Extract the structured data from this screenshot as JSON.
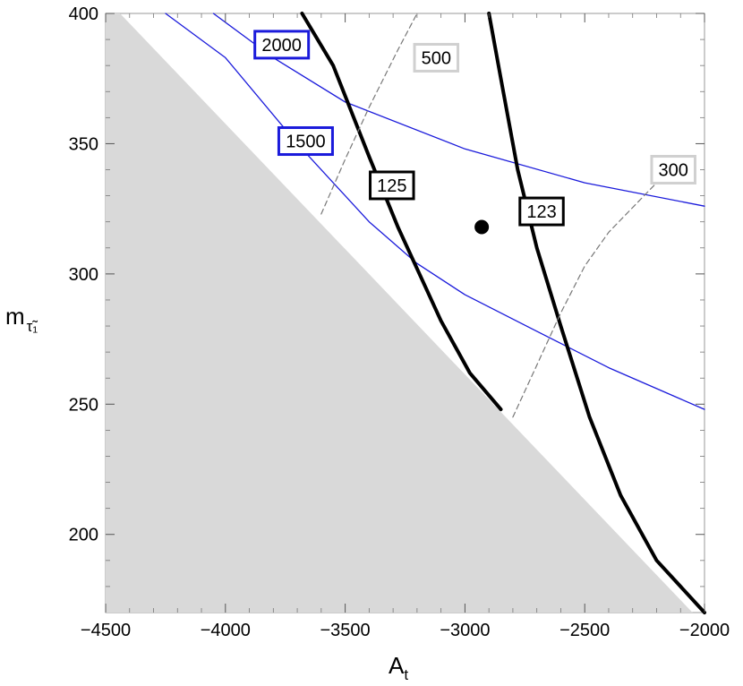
{
  "chart_data": {
    "type": "line",
    "xlabel": "A",
    "xlabel_sub": "t",
    "ylabel": "m",
    "ylabel_sub": "τ̃₁",
    "xlim": [
      -4500,
      -2000
    ],
    "ylim": [
      170,
      400
    ],
    "xticks": [
      -4500,
      -4000,
      -3500,
      -3000,
      -2500,
      -2000
    ],
    "yticks": [
      200,
      250,
      300,
      350,
      400
    ],
    "excluded_region": {
      "color": "#d9d9d9",
      "points": [
        [
          -4500,
          400
        ],
        [
          -4440,
          400
        ],
        [
          -2050,
          170
        ],
        [
          -4500,
          170
        ]
      ]
    },
    "series": [
      {
        "label": "2000",
        "style": "blue",
        "color": "#1a1adb",
        "points": [
          [
            -4050,
            400
          ],
          [
            -3800,
            383
          ],
          [
            -3500,
            366
          ],
          [
            -3000,
            348
          ],
          [
            -2500,
            335
          ],
          [
            -2000,
            326
          ]
        ]
      },
      {
        "label": "1500",
        "style": "blue",
        "color": "#1a1adb",
        "points": [
          [
            -4250,
            400
          ],
          [
            -4000,
            383
          ],
          [
            -3700,
            350
          ],
          [
            -3400,
            320
          ],
          [
            -3200,
            304
          ],
          [
            -3000,
            292
          ],
          [
            -2700,
            278
          ],
          [
            -2400,
            264
          ],
          [
            -2100,
            252
          ],
          [
            -2000,
            248
          ]
        ]
      },
      {
        "label": "125",
        "style": "black",
        "color": "#000000",
        "points": [
          [
            -3680,
            400
          ],
          [
            -3550,
            380
          ],
          [
            -3400,
            345
          ],
          [
            -3280,
            318
          ],
          [
            -3200,
            302
          ],
          [
            -3100,
            282
          ],
          [
            -2980,
            262
          ],
          [
            -2850,
            248
          ]
        ]
      },
      {
        "label": "123",
        "style": "black",
        "color": "#000000",
        "points": [
          [
            -2900,
            400
          ],
          [
            -2850,
            375
          ],
          [
            -2780,
            340
          ],
          [
            -2700,
            310
          ],
          [
            -2600,
            280
          ],
          [
            -2480,
            245
          ],
          [
            -2350,
            215
          ],
          [
            -2200,
            190
          ],
          [
            -2000,
            170
          ]
        ]
      },
      {
        "label": "500",
        "style": "dashed",
        "color": "#777777",
        "points": [
          [
            -3600,
            323
          ],
          [
            -3500,
            344
          ],
          [
            -3400,
            364
          ],
          [
            -3280,
            386
          ],
          [
            -3200,
            400
          ]
        ]
      },
      {
        "label": "300",
        "style": "dashed",
        "color": "#777777",
        "points": [
          [
            -2800,
            245
          ],
          [
            -2700,
            265
          ],
          [
            -2600,
            285
          ],
          [
            -2500,
            303
          ],
          [
            -2400,
            316
          ],
          [
            -2200,
            335
          ],
          [
            -2100,
            342
          ]
        ]
      }
    ],
    "labels": [
      {
        "text": "2000",
        "x": -3765,
        "y": 388,
        "border": "#1a1adb"
      },
      {
        "text": "1500",
        "x": -3665,
        "y": 351,
        "border": "#1a1adb"
      },
      {
        "text": "125",
        "x": -3305,
        "y": 334,
        "border": "#000000"
      },
      {
        "text": "123",
        "x": -2680,
        "y": 324,
        "border": "#000000"
      },
      {
        "text": "500",
        "x": -3120,
        "y": 383,
        "border": "#d0d0d0"
      },
      {
        "text": "300",
        "x": -2130,
        "y": 340,
        "border": "#d0d0d0"
      }
    ],
    "marker": {
      "x": -2930,
      "y": 318
    }
  }
}
